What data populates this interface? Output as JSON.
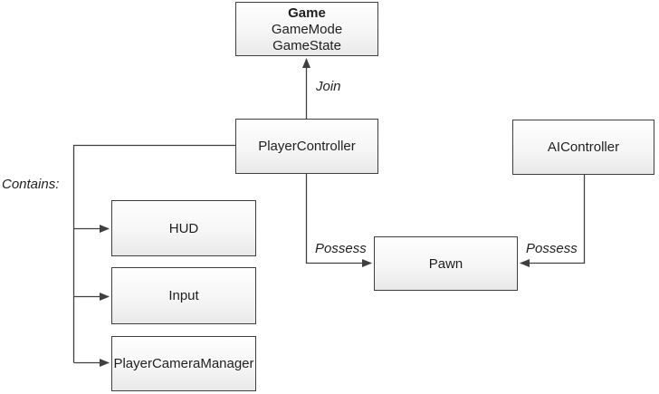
{
  "diagram": {
    "boxes": {
      "game": {
        "title": "Game",
        "line2": "GameMode",
        "line3": "GameState"
      },
      "player_controller": {
        "label": "PlayerController"
      },
      "ai_controller": {
        "label": "AIController"
      },
      "pawn": {
        "label": "Pawn"
      },
      "hud": {
        "label": "HUD"
      },
      "input": {
        "label": "Input"
      },
      "player_camera_manager": {
        "label": "PlayerCameraManager"
      }
    },
    "labels": {
      "join": "Join",
      "possess_left": "Possess",
      "possess_right": "Possess",
      "contains": "Contains:"
    },
    "colors": {
      "box_border": "#3f3f3f",
      "box_fill_top": "#fefefe",
      "box_fill_bottom": "#e9e9e9",
      "connector": "#404040",
      "text": "#1f1f1f",
      "background": "#ffffff"
    }
  }
}
